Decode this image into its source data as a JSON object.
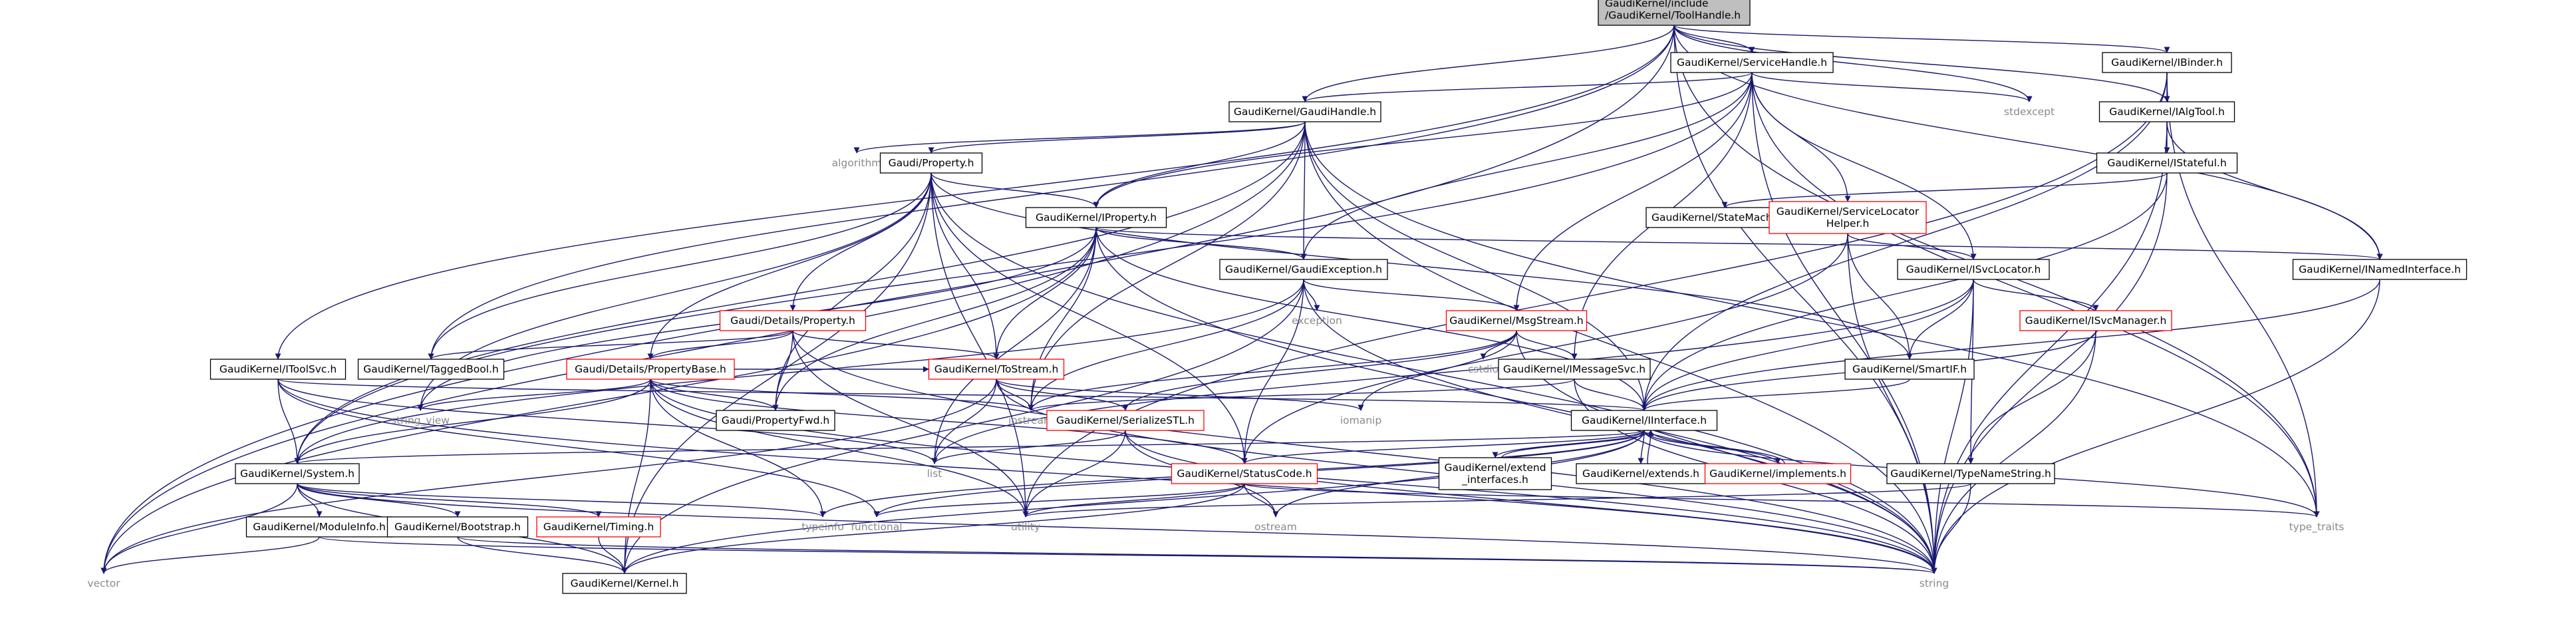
{
  "colors": {
    "edge": "#191970",
    "focus_fill": "#bfbfbf",
    "node_border": "#000000",
    "incomplete_border": "#ff0000",
    "ext_text": "#8a8a8a",
    "background": "#ffffff"
  },
  "nodes": [
    {
      "id": "root",
      "lines": [
        "GaudiKernel/include",
        "/GaudiKernel/ToolHandle.h"
      ],
      "kind": "focus"
    },
    {
      "id": "servicehandle",
      "lines": [
        "GaudiKernel/ServiceHandle.h"
      ],
      "kind": "normal"
    },
    {
      "id": "ibinder",
      "lines": [
        "GaudiKernel/IBinder.h"
      ],
      "kind": "normal"
    },
    {
      "id": "gaudihandle",
      "lines": [
        "GaudiKernel/GaudiHandle.h"
      ],
      "kind": "normal"
    },
    {
      "id": "stdexcept",
      "lines": [
        "stdexcept"
      ],
      "kind": "ext"
    },
    {
      "id": "ialgtool",
      "lines": [
        "GaudiKernel/IAlgTool.h"
      ],
      "kind": "normal"
    },
    {
      "id": "algorithm",
      "lines": [
        "algorithm"
      ],
      "kind": "ext"
    },
    {
      "id": "gaudiproperty",
      "lines": [
        "Gaudi/Property.h"
      ],
      "kind": "normal"
    },
    {
      "id": "istateful",
      "lines": [
        "GaudiKernel/IStateful.h"
      ],
      "kind": "normal"
    },
    {
      "id": "iproperty",
      "lines": [
        "GaudiKernel/IProperty.h"
      ],
      "kind": "normal"
    },
    {
      "id": "statemachine",
      "lines": [
        "GaudiKernel/StateMachine.h"
      ],
      "kind": "normal"
    },
    {
      "id": "servicelocatorhelper",
      "lines": [
        "GaudiKernel/ServiceLocator",
        "Helper.h"
      ],
      "kind": "incomplete"
    },
    {
      "id": "inamedinterface",
      "lines": [
        "GaudiKernel/INamedInterface.h"
      ],
      "kind": "normal"
    },
    {
      "id": "gaudiexception",
      "lines": [
        "GaudiKernel/GaudiException.h"
      ],
      "kind": "normal"
    },
    {
      "id": "isvclocator",
      "lines": [
        "GaudiKernel/ISvcLocator.h"
      ],
      "kind": "normal"
    },
    {
      "id": "detailsproperty",
      "lines": [
        "Gaudi/Details/Property.h"
      ],
      "kind": "incomplete"
    },
    {
      "id": "msgstream",
      "lines": [
        "GaudiKernel/MsgStream.h"
      ],
      "kind": "incomplete"
    },
    {
      "id": "exception",
      "lines": [
        "exception"
      ],
      "kind": "ext"
    },
    {
      "id": "isvcmanager",
      "lines": [
        "GaudiKernel/ISvcManager.h"
      ],
      "kind": "incomplete"
    },
    {
      "id": "itoolsvc",
      "lines": [
        "GaudiKernel/IToolSvc.h"
      ],
      "kind": "normal"
    },
    {
      "id": "taggedbool",
      "lines": [
        "GaudiKernel/TaggedBool.h"
      ],
      "kind": "normal"
    },
    {
      "id": "propertybase",
      "lines": [
        "Gaudi/Details/PropertyBase.h"
      ],
      "kind": "incomplete"
    },
    {
      "id": "tostream",
      "lines": [
        "GaudiKernel/ToStream.h"
      ],
      "kind": "incomplete"
    },
    {
      "id": "cstdio",
      "lines": [
        "cstdio"
      ],
      "kind": "ext"
    },
    {
      "id": "imessagesvc",
      "lines": [
        "GaudiKernel/IMessageSvc.h"
      ],
      "kind": "normal"
    },
    {
      "id": "smartif",
      "lines": [
        "GaudiKernel/SmartIF.h"
      ],
      "kind": "normal"
    },
    {
      "id": "string_view",
      "lines": [
        "string_view"
      ],
      "kind": "ext"
    },
    {
      "id": "propertyfwd",
      "lines": [
        "Gaudi/PropertyFwd.h"
      ],
      "kind": "normal"
    },
    {
      "id": "iostream",
      "lines": [
        "iostream"
      ],
      "kind": "ext"
    },
    {
      "id": "iomanip",
      "lines": [
        "iomanip"
      ],
      "kind": "ext"
    },
    {
      "id": "serializestl",
      "lines": [
        "GaudiKernel/SerializeSTL.h"
      ],
      "kind": "incomplete"
    },
    {
      "id": "iinterface",
      "lines": [
        "GaudiKernel/IInterface.h"
      ],
      "kind": "normal"
    },
    {
      "id": "list",
      "lines": [
        "list"
      ],
      "kind": "ext"
    },
    {
      "id": "system",
      "lines": [
        "GaudiKernel/System.h"
      ],
      "kind": "normal"
    },
    {
      "id": "extendinterfaces",
      "lines": [
        "GaudiKernel/extend",
        "_interfaces.h"
      ],
      "kind": "normal"
    },
    {
      "id": "extends",
      "lines": [
        "GaudiKernel/extends.h"
      ],
      "kind": "normal"
    },
    {
      "id": "implements",
      "lines": [
        "GaudiKernel/implements.h"
      ],
      "kind": "incomplete"
    },
    {
      "id": "typenamestring",
      "lines": [
        "GaudiKernel/TypeNameString.h"
      ],
      "kind": "normal"
    },
    {
      "id": "statuscode",
      "lines": [
        "GaudiKernel/StatusCode.h"
      ],
      "kind": "incomplete"
    },
    {
      "id": "functional",
      "lines": [
        "functional"
      ],
      "kind": "ext"
    },
    {
      "id": "utility",
      "lines": [
        "utility"
      ],
      "kind": "ext"
    },
    {
      "id": "ostream",
      "lines": [
        "ostream"
      ],
      "kind": "ext"
    },
    {
      "id": "typeinfo",
      "lines": [
        "typeinfo"
      ],
      "kind": "ext"
    },
    {
      "id": "type_traits",
      "lines": [
        "type_traits"
      ],
      "kind": "ext"
    },
    {
      "id": "moduleinfo",
      "lines": [
        "GaudiKernel/ModuleInfo.h"
      ],
      "kind": "normal"
    },
    {
      "id": "bootstrap",
      "lines": [
        "GaudiKernel/Bootstrap.h"
      ],
      "kind": "normal"
    },
    {
      "id": "timing",
      "lines": [
        "GaudiKernel/Timing.h"
      ],
      "kind": "incomplete"
    },
    {
      "id": "vector",
      "lines": [
        "vector"
      ],
      "kind": "ext"
    },
    {
      "id": "kernel",
      "lines": [
        "GaudiKernel/Kernel.h"
      ],
      "kind": "normal"
    },
    {
      "id": "string",
      "lines": [
        "string"
      ],
      "kind": "ext"
    }
  ],
  "edges": [
    [
      "root",
      "servicehandle"
    ],
    [
      "root",
      "ibinder"
    ],
    [
      "root",
      "ialgtool"
    ],
    [
      "root",
      "gaudihandle"
    ],
    [
      "root",
      "stdexcept"
    ],
    [
      "root",
      "itoolsvc"
    ],
    [
      "root",
      "taggedbool"
    ],
    [
      "root",
      "inamedinterface"
    ],
    [
      "root",
      "type_traits"
    ],
    [
      "root",
      "vector"
    ],
    [
      "root",
      "string"
    ],
    [
      "servicehandle",
      "gaudihandle"
    ],
    [
      "servicehandle",
      "iproperty"
    ],
    [
      "servicehandle",
      "servicelocatorhelper"
    ],
    [
      "servicehandle",
      "isvclocator"
    ],
    [
      "servicehandle",
      "imessagesvc"
    ],
    [
      "servicehandle",
      "msgstream"
    ],
    [
      "servicehandle",
      "gaudiexception"
    ],
    [
      "servicehandle",
      "stdexcept"
    ],
    [
      "servicehandle",
      "system"
    ],
    [
      "servicehandle",
      "type_traits"
    ],
    [
      "servicehandle",
      "string"
    ],
    [
      "ibinder",
      "ialgtool"
    ],
    [
      "ibinder",
      "iinterface"
    ],
    [
      "ibinder",
      "utility"
    ],
    [
      "ibinder",
      "type_traits"
    ],
    [
      "ialgtool",
      "istateful"
    ],
    [
      "ialgtool",
      "inamedinterface"
    ],
    [
      "ialgtool",
      "string"
    ],
    [
      "istateful",
      "iinterface"
    ],
    [
      "istateful",
      "statemachine"
    ],
    [
      "istateful",
      "string"
    ],
    [
      "gaudihandle",
      "algorithm"
    ],
    [
      "gaudihandle",
      "gaudiproperty"
    ],
    [
      "gaudihandle",
      "iproperty"
    ],
    [
      "gaudihandle",
      "gaudiexception"
    ],
    [
      "gaudihandle",
      "system"
    ],
    [
      "gaudihandle",
      "iinterface"
    ],
    [
      "gaudihandle",
      "iostream"
    ],
    [
      "gaudihandle",
      "string"
    ],
    [
      "gaudihandle",
      "type_traits"
    ],
    [
      "gaudihandle",
      "vector"
    ],
    [
      "gaudiproperty",
      "detailsproperty"
    ],
    [
      "gaudiproperty",
      "propertybase"
    ],
    [
      "gaudiproperty",
      "propertyfwd"
    ],
    [
      "gaudiproperty",
      "iproperty"
    ],
    [
      "gaudiproperty",
      "smartif"
    ],
    [
      "gaudiproperty",
      "tostream"
    ],
    [
      "gaudiproperty",
      "taggedbool"
    ],
    [
      "gaudiproperty",
      "statuscode"
    ],
    [
      "gaudiproperty",
      "string"
    ],
    [
      "gaudiproperty",
      "string_view"
    ],
    [
      "gaudiproperty",
      "utility"
    ],
    [
      "gaudiproperty",
      "kernel"
    ],
    [
      "iproperty",
      "propertyfwd"
    ],
    [
      "iproperty",
      "iinterface"
    ],
    [
      "iproperty",
      "tostream"
    ],
    [
      "iproperty",
      "gaudiexception"
    ],
    [
      "iproperty",
      "string_view"
    ],
    [
      "iproperty",
      "iostream"
    ],
    [
      "iproperty",
      "string"
    ],
    [
      "iproperty",
      "vector"
    ],
    [
      "iproperty",
      "inamedinterface"
    ],
    [
      "iproperty",
      "list"
    ],
    [
      "servicelocatorhelper",
      "isvclocator"
    ],
    [
      "servicelocatorhelper",
      "smartif"
    ],
    [
      "servicelocatorhelper",
      "statuscode"
    ],
    [
      "servicelocatorhelper",
      "string"
    ],
    [
      "inamedinterface",
      "iinterface"
    ],
    [
      "inamedinterface",
      "string"
    ],
    [
      "gaudiexception",
      "kernel"
    ],
    [
      "gaudiexception",
      "system"
    ],
    [
      "gaudiexception",
      "statuscode"
    ],
    [
      "gaudiexception",
      "exception"
    ],
    [
      "gaudiexception",
      "iostream"
    ],
    [
      "gaudiexception",
      "string"
    ],
    [
      "gaudiexception",
      "msgstream"
    ],
    [
      "isvclocator",
      "iinterface"
    ],
    [
      "isvclocator",
      "isvcmanager"
    ],
    [
      "isvclocator",
      "smartif"
    ],
    [
      "isvclocator",
      "typenamestring"
    ],
    [
      "isvclocator",
      "list"
    ],
    [
      "isvclocator",
      "string"
    ],
    [
      "detailsproperty",
      "propertybase"
    ],
    [
      "detailsproperty",
      "tostream"
    ],
    [
      "detailsproperty",
      "taggedbool"
    ],
    [
      "detailsproperty",
      "propertyfwd"
    ],
    [
      "detailsproperty",
      "utility"
    ],
    [
      "detailsproperty",
      "string"
    ],
    [
      "msgstream",
      "imessagesvc"
    ],
    [
      "msgstream",
      "serializestl"
    ],
    [
      "msgstream",
      "cstdio"
    ],
    [
      "msgstream",
      "iomanip"
    ],
    [
      "msgstream",
      "iostream"
    ],
    [
      "msgstream",
      "string"
    ],
    [
      "isvcmanager",
      "iinterface"
    ],
    [
      "isvcmanager",
      "typenamestring"
    ],
    [
      "isvcmanager",
      "string"
    ],
    [
      "itoolsvc",
      "system"
    ],
    [
      "itoolsvc",
      "iinterface"
    ],
    [
      "itoolsvc",
      "functional"
    ],
    [
      "itoolsvc",
      "list"
    ],
    [
      "itoolsvc",
      "string"
    ],
    [
      "propertybase",
      "propertyfwd"
    ],
    [
      "propertybase",
      "tostream"
    ],
    [
      "propertybase",
      "statuscode"
    ],
    [
      "propertybase",
      "string_view"
    ],
    [
      "propertybase",
      "iostream"
    ],
    [
      "propertybase",
      "string"
    ],
    [
      "propertybase",
      "typeinfo"
    ],
    [
      "propertybase",
      "kernel"
    ],
    [
      "propertybase",
      "utility"
    ],
    [
      "propertybase",
      "system"
    ],
    [
      "tostream",
      "serializestl"
    ],
    [
      "tostream",
      "iostream"
    ],
    [
      "tostream",
      "iomanip"
    ],
    [
      "tostream",
      "list"
    ],
    [
      "tostream",
      "string"
    ],
    [
      "tostream",
      "vector"
    ],
    [
      "imessagesvc",
      "iinterface"
    ],
    [
      "imessagesvc",
      "iostream"
    ],
    [
      "imessagesvc",
      "string"
    ],
    [
      "smartif",
      "iinterface"
    ],
    [
      "serializestl",
      "ostream"
    ],
    [
      "serializestl",
      "list"
    ],
    [
      "serializestl",
      "utility"
    ],
    [
      "serializestl",
      "string"
    ],
    [
      "iinterface",
      "extendinterfaces"
    ],
    [
      "iinterface",
      "extends"
    ],
    [
      "iinterface",
      "implements"
    ],
    [
      "iinterface",
      "statuscode"
    ],
    [
      "iinterface",
      "kernel"
    ],
    [
      "iinterface",
      "system"
    ],
    [
      "iinterface",
      "typeinfo"
    ],
    [
      "iinterface",
      "ostream"
    ],
    [
      "iinterface",
      "type_traits"
    ],
    [
      "iinterface",
      "functional"
    ],
    [
      "extendinterfaces",
      "iinterface"
    ],
    [
      "extends",
      "iinterface"
    ],
    [
      "implements",
      "iinterface"
    ],
    [
      "typenamestring",
      "string"
    ],
    [
      "typenamestring",
      "utility"
    ],
    [
      "statuscode",
      "kernel"
    ],
    [
      "statuscode",
      "functional"
    ],
    [
      "statuscode",
      "ostream"
    ],
    [
      "statuscode",
      "type_traits"
    ],
    [
      "statuscode",
      "utility"
    ],
    [
      "system",
      "kernel"
    ],
    [
      "system",
      "moduleinfo"
    ],
    [
      "system",
      "bootstrap"
    ],
    [
      "system",
      "timing"
    ],
    [
      "system",
      "string"
    ],
    [
      "system",
      "vector"
    ],
    [
      "system",
      "typeinfo"
    ],
    [
      "moduleinfo",
      "vector"
    ],
    [
      "moduleinfo",
      "string"
    ],
    [
      "bootstrap",
      "kernel"
    ],
    [
      "bootstrap",
      "string"
    ],
    [
      "timing",
      "kernel"
    ]
  ]
}
